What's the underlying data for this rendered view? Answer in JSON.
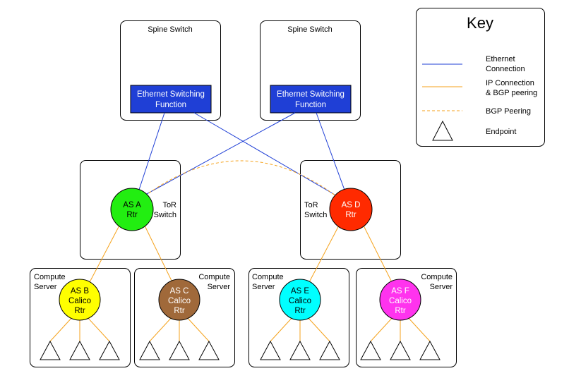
{
  "spines": [
    {
      "label": "Spine Switch",
      "function": [
        "Ethernet Switching",
        "Function"
      ]
    },
    {
      "label": "Spine Switch",
      "function": [
        "Ethernet Switching",
        "Function"
      ]
    }
  ],
  "tors": [
    {
      "side_label": [
        "ToR",
        "Switch"
      ],
      "router": [
        "AS A",
        "Rtr"
      ],
      "color": "#22ee11"
    },
    {
      "side_label": [
        "ToR",
        "Switch"
      ],
      "router": [
        "AS D",
        "Rtr"
      ],
      "color": "#ff2a00"
    }
  ],
  "servers": [
    {
      "label": [
        "Compute",
        "Server"
      ],
      "router": [
        "AS B",
        "Calico",
        "Rtr"
      ],
      "color": "#ffff00"
    },
    {
      "label": [
        "Compute",
        "Server"
      ],
      "router": [
        "AS C",
        "Calico",
        "Rtr"
      ],
      "color": "#a0693a"
    },
    {
      "label": [
        "Compute",
        "Server"
      ],
      "router": [
        "AS E",
        "Calico",
        "Rtr"
      ],
      "color": "#00ffff"
    },
    {
      "label": [
        "Compute",
        "Server"
      ],
      "router": [
        "AS F",
        "Calico",
        "Rtr"
      ],
      "color": "#ff33ee"
    }
  ],
  "key": {
    "title": "Key",
    "ethernet": [
      "Ethernet",
      "Connection"
    ],
    "ip": [
      "IP Connection",
      "& BGP peering"
    ],
    "bgp": [
      "BGP Peering"
    ],
    "endpoint": [
      "Endpoint"
    ]
  },
  "colors": {
    "ethernet": "#1f3fd6",
    "ip_bgp": "#f5a21b",
    "switch_function": "#1f3fd6"
  }
}
